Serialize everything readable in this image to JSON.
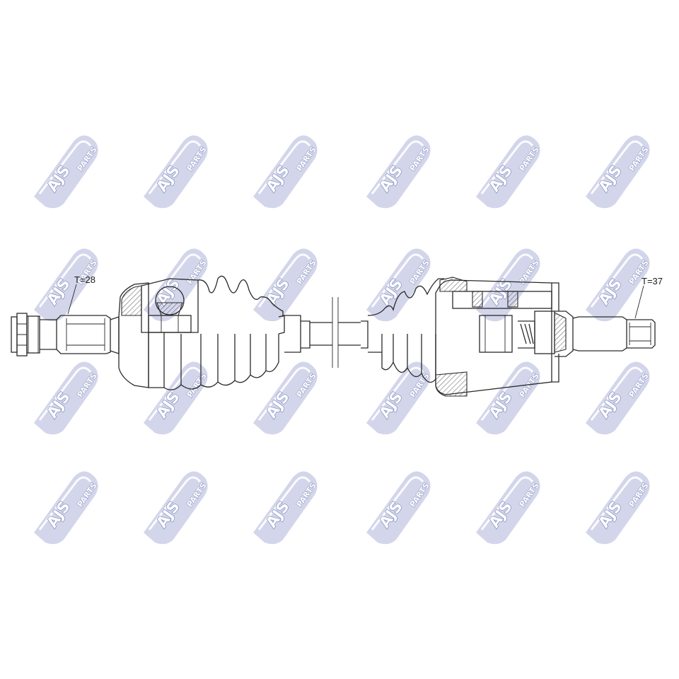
{
  "labels": {
    "left_spline": "T=28",
    "right_spline": "T=37"
  },
  "watermark": {
    "brand": "AJS",
    "suffix": "PARTS",
    "color": "#8f97c4",
    "icon": "ajs-parts-logo"
  },
  "colors": {
    "line": "#2a2a2a",
    "background": "#ffffff"
  }
}
